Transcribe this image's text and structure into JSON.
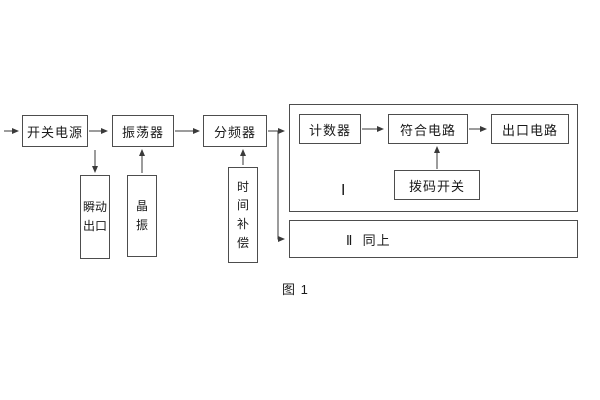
{
  "diagram": {
    "caption": "图 1",
    "input_chain": {
      "power": "开关电源",
      "oscillator": "振荡器",
      "divider": "分频器"
    },
    "vertical_boxes": {
      "instant_output": "瞬动\n出口",
      "crystal": "晶\n振",
      "time_compensation": "时\n间\n补\n偿"
    },
    "group1": {
      "label": "Ⅰ",
      "counter": "计数器",
      "coincidence": "符合电路",
      "output": "出口电路",
      "dip_switch": "拨码开关"
    },
    "group2": {
      "label": "Ⅱ  同上"
    }
  }
}
